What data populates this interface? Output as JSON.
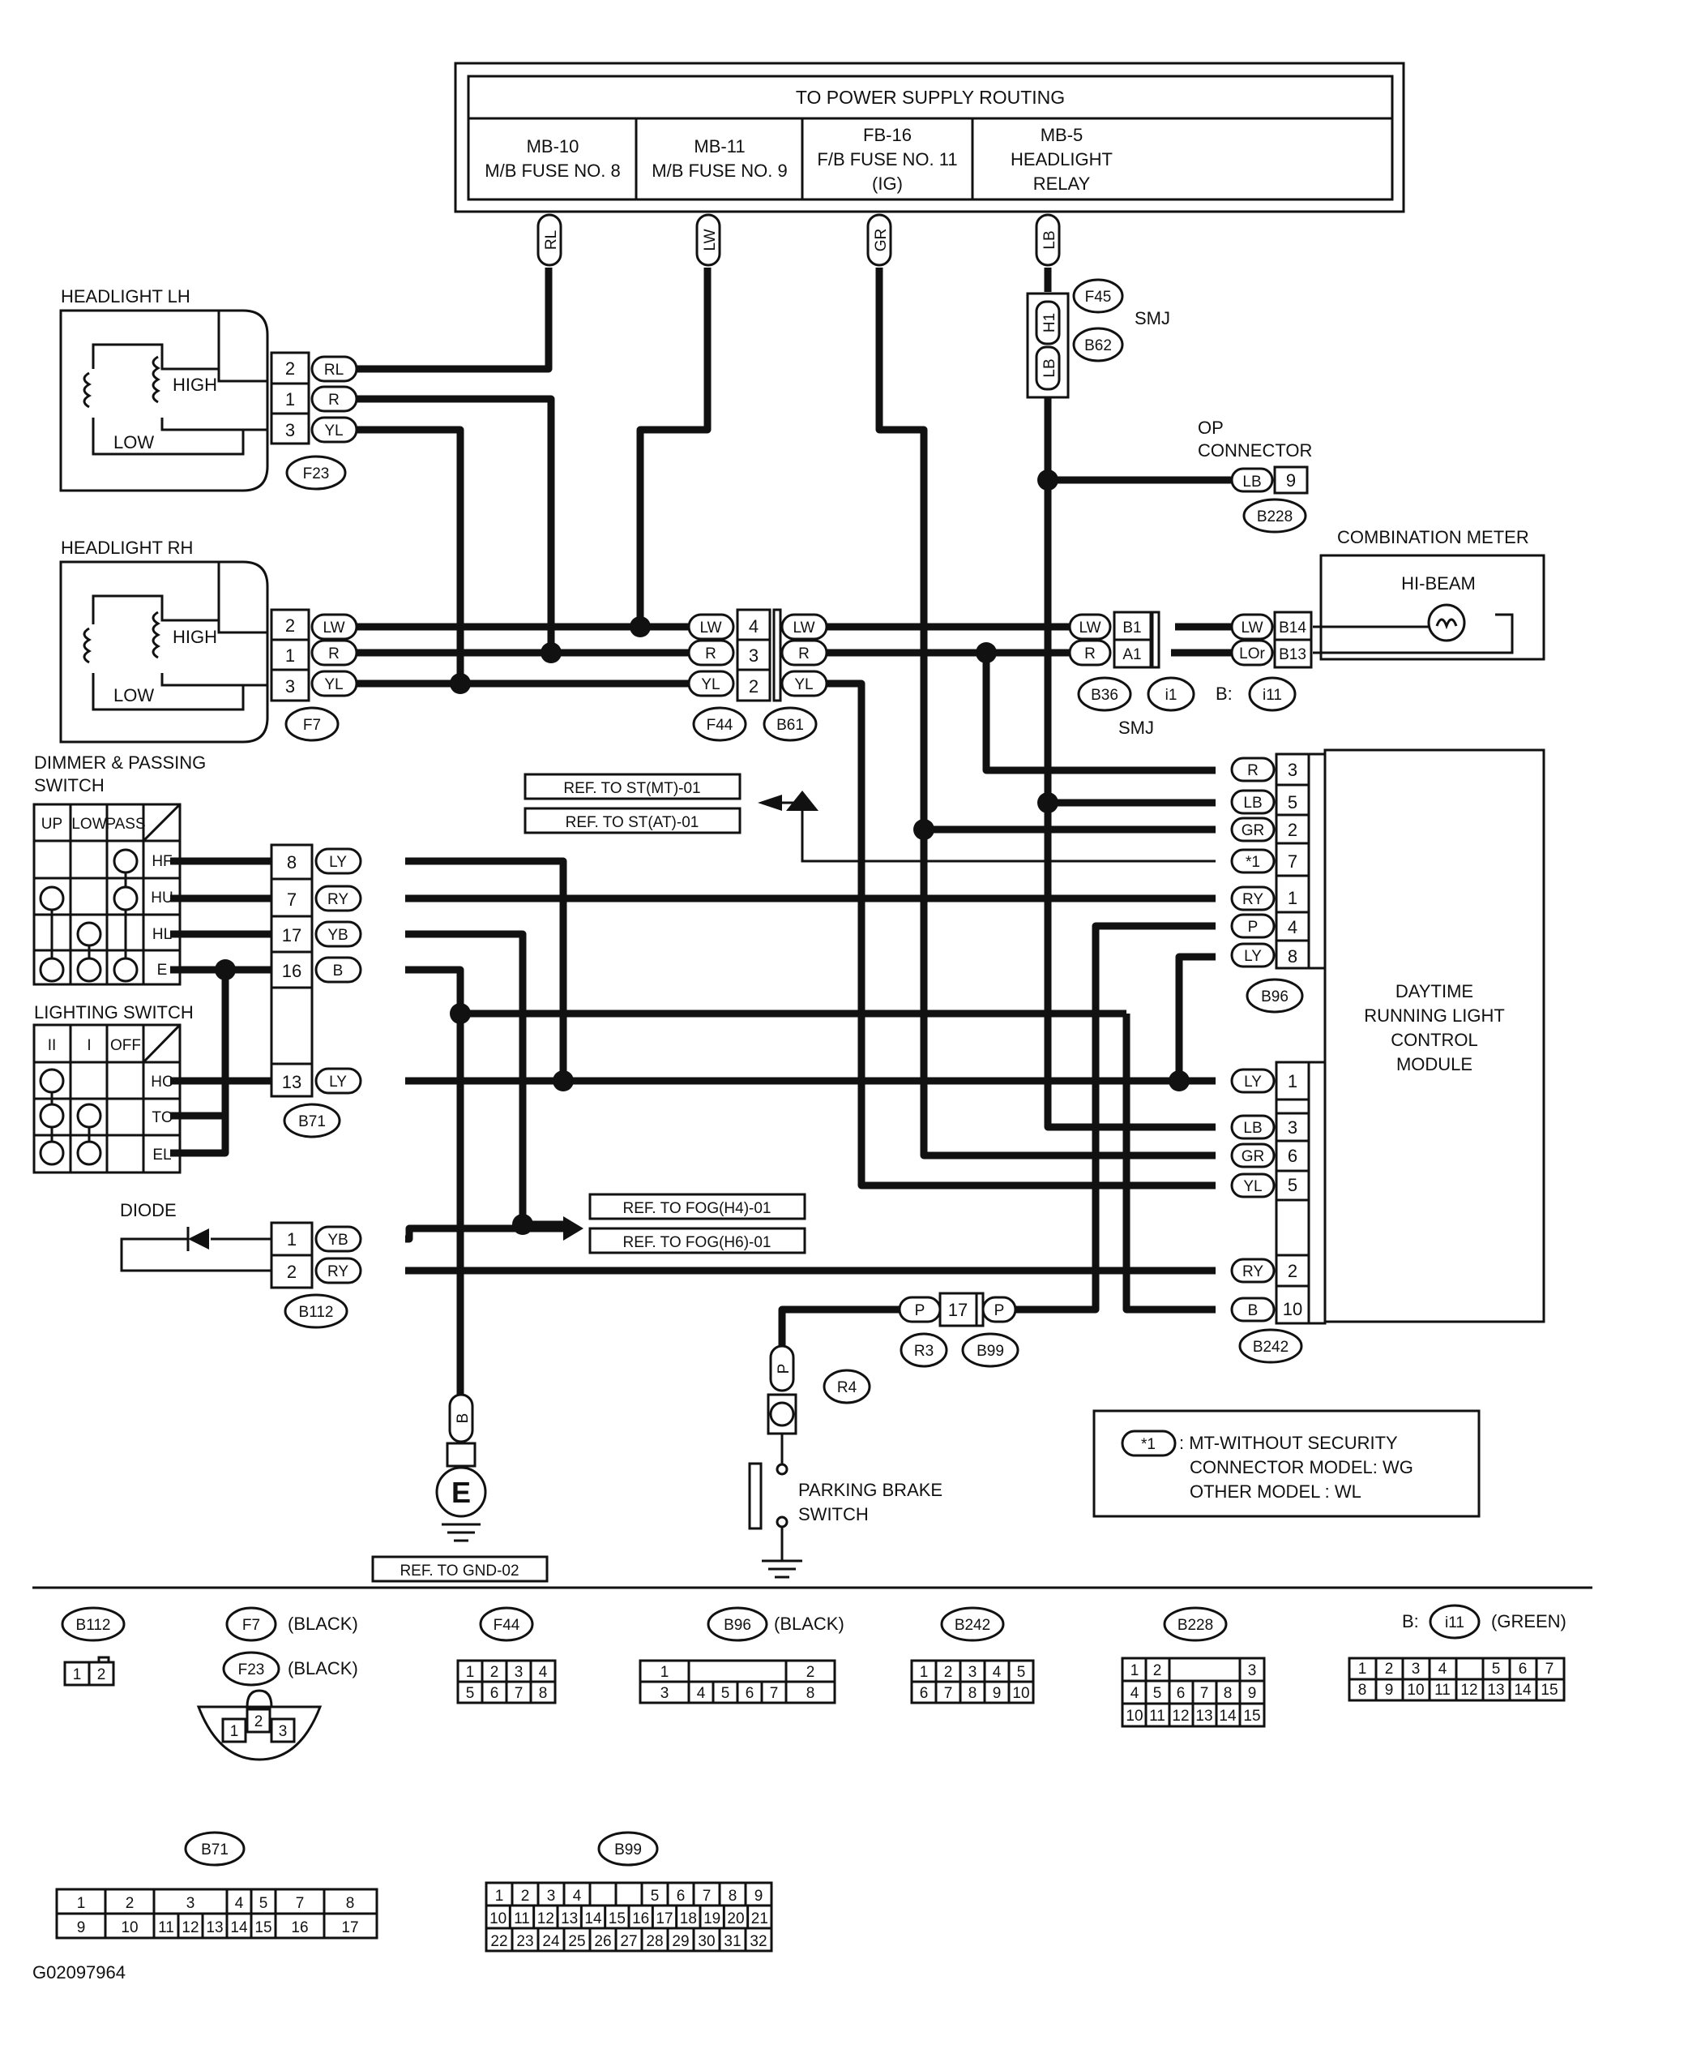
{
  "power": {
    "title": "TO POWER SUPPLY ROUTING",
    "cells": [
      {
        "line1": "MB-10",
        "line2": "M/B FUSE NO. 8",
        "line3": ""
      },
      {
        "line1": "MB-11",
        "line2": "M/B FUSE NO. 9",
        "line3": ""
      },
      {
        "line1": "FB-16",
        "line2": "F/B FUSE NO. 11",
        "line3": "(IG)"
      },
      {
        "line1": "MB-5",
        "line2": "HEADLIGHT",
        "line3": "RELAY"
      }
    ]
  },
  "wire_colors": {
    "rl": "RL",
    "lw": "LW",
    "gr": "GR",
    "lb": "LB",
    "r": "R",
    "yl": "YL",
    "ly": "LY",
    "ry": "RY",
    "yb": "YB",
    "b": "B",
    "p": "P",
    "lor": "LOr",
    "h1": "H1",
    "star1": "*1"
  },
  "components": {
    "headlight_lh": "HEADLIGHT LH",
    "headlight_rh": "HEADLIGHT RH",
    "high": "HIGH",
    "low": "LOW",
    "smj": "SMJ",
    "op_connector_1": "OP",
    "op_connector_2": "CONNECTOR",
    "combination_meter": "COMBINATION METER",
    "hi_beam": "HI-BEAM",
    "dimmer_1": "DIMMER & PASSING",
    "dimmer_2": "SWITCH",
    "lighting_switch": "LIGHTING SWITCH",
    "diode": "DIODE",
    "drl_1": "DAYTIME",
    "drl_2": "RUNNING LIGHT",
    "drl_3": "CONTROL",
    "drl_4": "MODULE",
    "parking_1": "PARKING BRAKE",
    "parking_2": "SWITCH",
    "ground_symbol": "E",
    "b_prefix": "B:"
  },
  "refs": {
    "st_mt": "REF. TO ST(MT)-01",
    "st_at": "REF. TO ST(AT)-01",
    "fog_h4": "REF. TO FOG(H4)-01",
    "fog_h6": "REF. TO FOG(H6)-01",
    "gnd": "REF. TO GND-02"
  },
  "switch_headers": {
    "up": "UP",
    "low": "LOW",
    "pass": "PASS",
    "hf": "HF",
    "hu": "HU",
    "hl": "HL",
    "e": "E",
    "ii": "II",
    "i": "I",
    "off": "OFF",
    "hc": "HC",
    "tc": "TC",
    "el": "EL"
  },
  "connectors": {
    "F23": "F23",
    "F7": "F7",
    "F44": "F44",
    "B61": "B61",
    "F45": "F45",
    "B62": "B62",
    "B228": "B228",
    "B36": "B36",
    "i1": "i1",
    "i11": "i11",
    "B96": "B96",
    "B71": "B71",
    "B112": "B112",
    "R3": "R3",
    "B99": "B99",
    "R4": "R4",
    "B242": "B242"
  },
  "note": {
    "tag": "*1",
    "line1": ": MT-WITHOUT SECURITY",
    "line2": "CONNECTOR MODEL: WG",
    "line3": "OTHER MODEL        : WL"
  },
  "legend": {
    "black": "(BLACK)",
    "green": "(GREEN)"
  },
  "figure_id": "G02097964"
}
